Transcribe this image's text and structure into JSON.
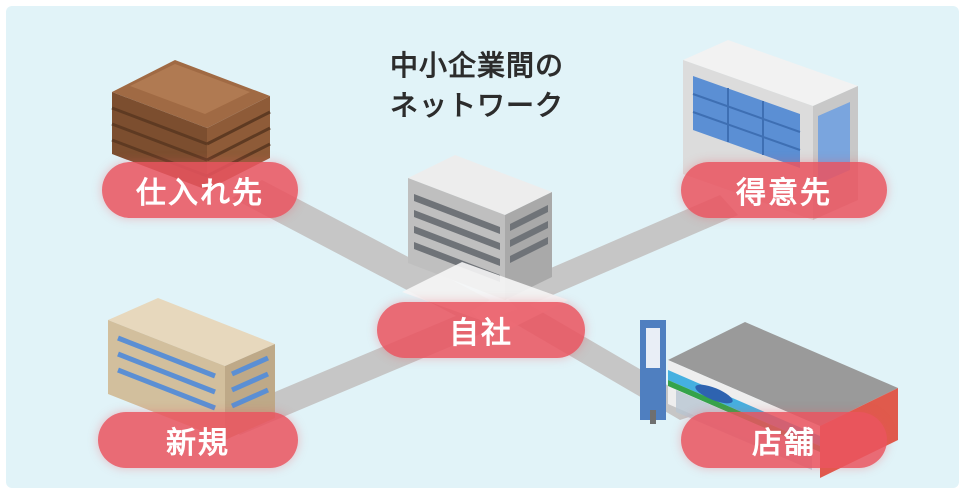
{
  "title": {
    "line1": "中小企業間の",
    "line2": "ネットワーク"
  },
  "nodes": {
    "supplier": "仕入れ先",
    "customer": "得意先",
    "self": "自社",
    "new": "新規",
    "store": "店舗"
  },
  "colors": {
    "background": "#e1f3f8",
    "label_fill": "#ea545f",
    "connector": "#c4c4c4"
  }
}
